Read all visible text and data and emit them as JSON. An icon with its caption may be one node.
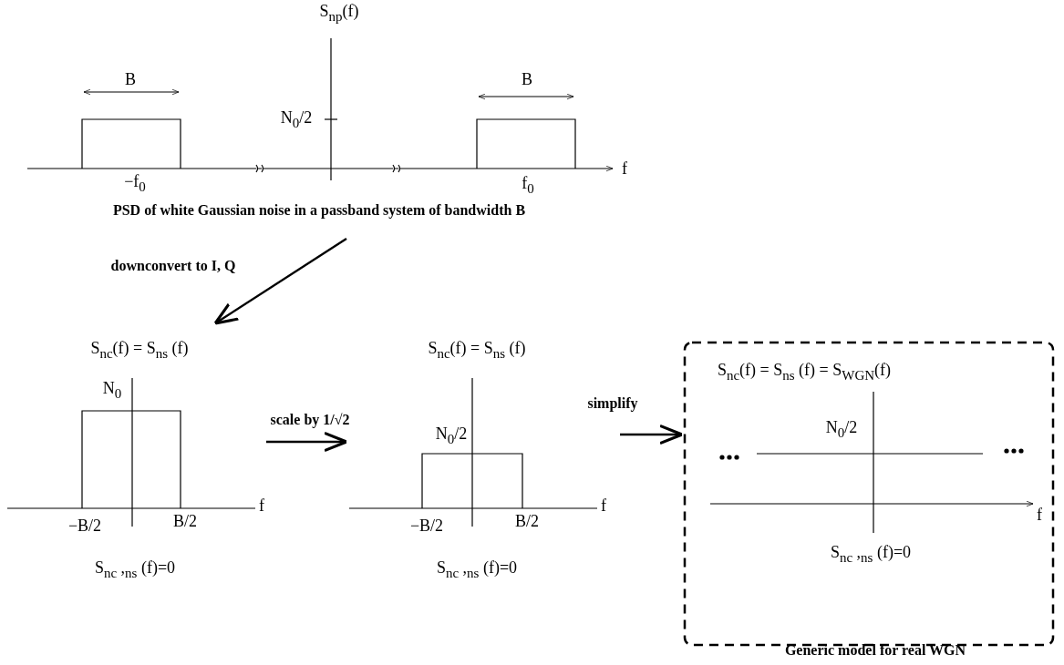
{
  "diagram": {
    "nodes": [
      {
        "text": [
          "S$_{n}$$_{p}$(f)",
          "PSD of white Gaussian noise in a passband system of bandwidth B"
        ]
      },
      {
        "text": [
          "S$_{nc}$(f) = S$_{ns}$ (f)",
          "S$_{nc}$ ,$_{ns}$ (f)=0"
        ]
      },
      {
        "text": [
          "S$_{nc}$(f) = S$_{ns}$ (f)",
          "S$_{nc}$ ,$_{ns}$ (f)=0"
        ]
      },
      {
        "text": [
          "S$_{nc}$(f) = S$_{ns}$ (f) = S$_{WGN}$(f)",
          "S$_{nc}$ ,$_{ns}$ (f)=0",
          "Generic model for real WGN"
        ]
      }
    ],
    "edges": [
      {
        "from": 0,
        "to": 1,
        "arrow": "to",
        "label": "downconvert to I, Q"
      },
      {
        "from": 1,
        "to": 2,
        "arrow": "to",
        "label": "scale by 1/√2"
      },
      {
        "from": 2,
        "to": 3,
        "arrow": "to",
        "label": "simplify"
      }
    ],
    "labels": [
      "B",
      "B",
      "N$_{0}$/2",
      "−f$_{0}$",
      "f$_{0}$",
      "f",
      "N$_{0}$",
      "f",
      "−B/2",
      "B/2",
      "N$_{0}$/2",
      "f",
      "−B/2",
      "B/2",
      "N$_{0}$/2",
      "f"
    ]
  }
}
